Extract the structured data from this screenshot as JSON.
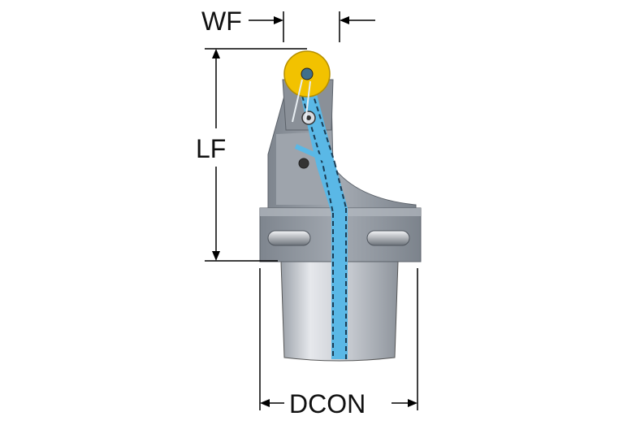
{
  "labels": {
    "wf": "WF",
    "lf": "LF",
    "dcon": "DCON"
  },
  "colors": {
    "insert": "#f2c200",
    "body": "#8d949c",
    "shank": "#c7cbd2",
    "coolant": "#5ab8e6",
    "line": "#000000"
  }
}
